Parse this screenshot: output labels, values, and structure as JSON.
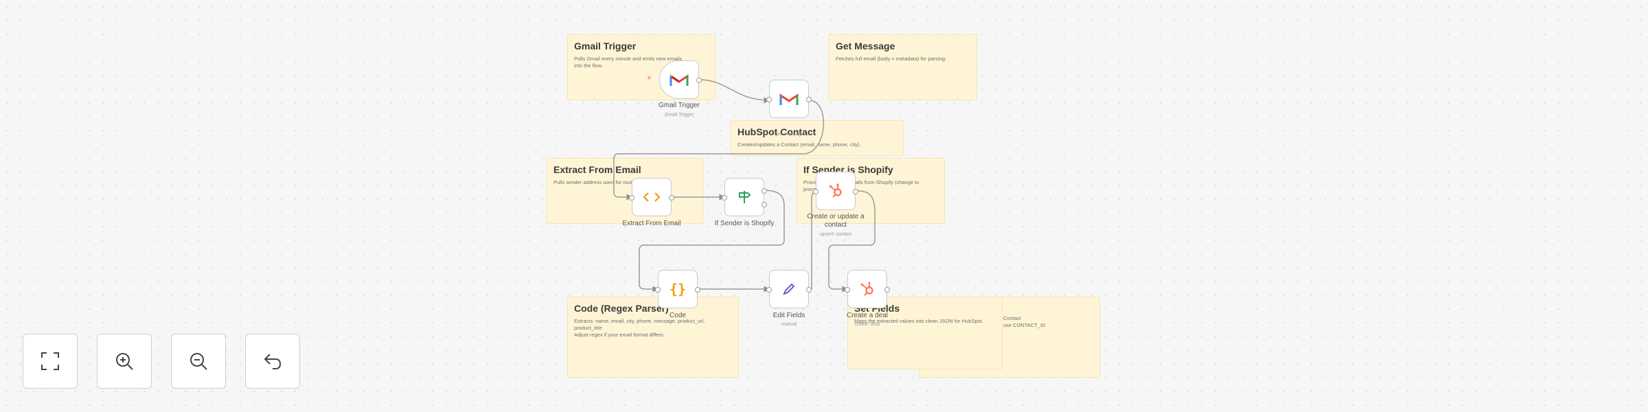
{
  "stickies": {
    "gmail_trigger": {
      "title": "Gmail Trigger",
      "body": "Polls Gmail every minute and emits new emails\ninto the flow."
    },
    "get_message": {
      "title": "Get Message",
      "body": "Fetches full email (body + metadata) for parsing."
    },
    "hubspot_contact": {
      "title": "HubSpot Contact",
      "body": "Creates/updates a Contact (email, name, phone, city)."
    },
    "extract_from_email": {
      "title": "Extract From Email",
      "body": "Pulls sender address used for routing logic."
    },
    "if_sender_shopify": {
      "title": "If Sender is Shopify",
      "body": "Proceeds only with emails from Shopify (change to\nproceed if needed)."
    },
    "code_regex": {
      "title": "Code (Regex Parser)",
      "body": "Extracts: name, email, city, phone, message, product_url,\nproduct_title\nAdjust regex if your email format differs."
    },
    "set_fields": {
      "title": "Set Fields",
      "body": "Maps the extracted values into clean JSON for HubSpot."
    },
    "create_deal": {
      "title": "",
      "body": "Contact\nuse CONTACT_ID"
    }
  },
  "nodes": {
    "gmail_trigger": {
      "label": "Gmail Trigger",
      "sub": "Gmail Trigger",
      "icon": "gmail-icon"
    },
    "get_message": {
      "label": "",
      "sub": "get: message",
      "icon": "gmail-icon"
    },
    "extract_from_email": {
      "label": "Extract From Email",
      "sub": "",
      "icon": "code-brackets-icon"
    },
    "if_sender_shopify": {
      "label": "If Sender is Shopify",
      "sub": "",
      "icon": "signpost-icon"
    },
    "create_update_contact": {
      "label": "Create or update a contact",
      "sub": "upsert: contact",
      "icon": "hubspot-icon"
    },
    "code": {
      "label": "Code",
      "sub": "",
      "icon": "code-braces-icon"
    },
    "edit_fields": {
      "label": "Edit Fields",
      "sub": "manual",
      "icon": "pencil-icon"
    },
    "create_deal": {
      "label": "Create a deal",
      "sub": "create: deal",
      "icon": "hubspot-icon"
    }
  },
  "controls": {
    "fit_view": {
      "icon": "fit-view-icon"
    },
    "zoom_in": {
      "icon": "zoom-in-icon"
    },
    "zoom_out": {
      "icon": "zoom-out-icon"
    },
    "undo": {
      "icon": "undo-icon"
    }
  },
  "colors": {
    "canvas": "#f6f6f6",
    "sticky": "#fff5d6",
    "trigger_bolt": "#ff6d5a",
    "hubspot": "#ff7a59",
    "code_orange": "#f39c12",
    "if_green": "#2e9e5b",
    "edit_purple": "#6b5bd2"
  }
}
